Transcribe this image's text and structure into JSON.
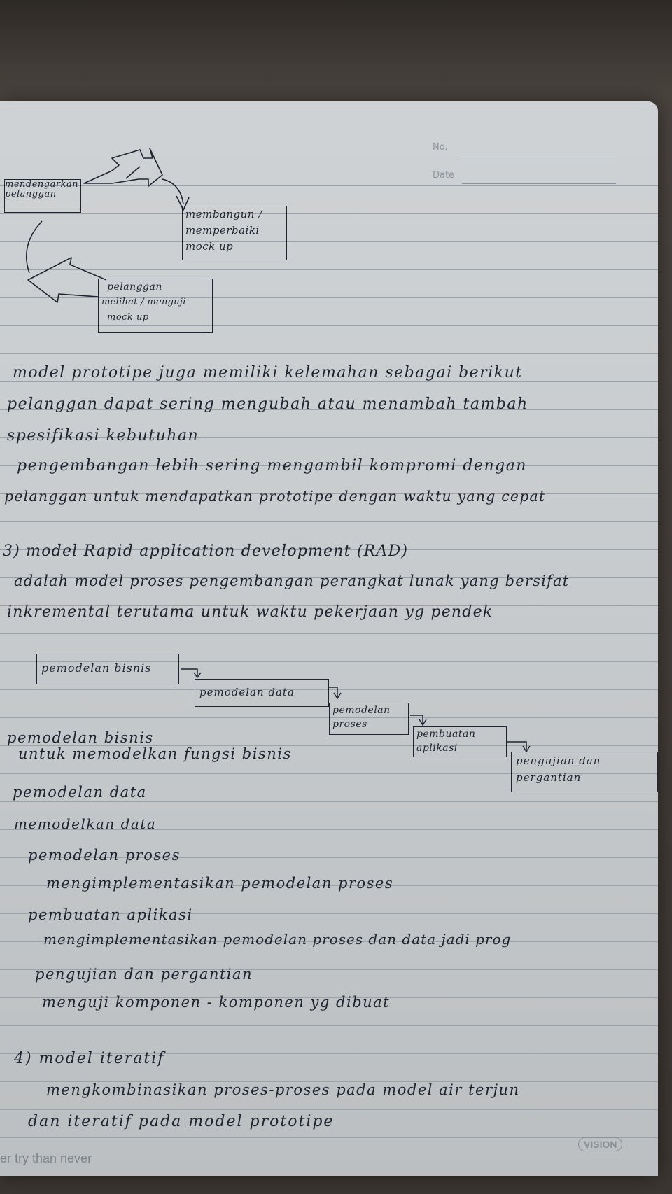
{
  "header": {
    "no_label": "No.",
    "date_label": "Date"
  },
  "diagram1": {
    "box_left": "mendengarkan pelanggan",
    "box_right": [
      "membangun /",
      "memperbaiki",
      "mock up"
    ],
    "box_bottom": [
      "pelanggan",
      "melihat / menguji",
      "mock up"
    ]
  },
  "paragraph1": [
    "model prototipe juga memiliki kelemahan sebagai berikut",
    "pelanggan dapat sering mengubah atau menambah tambah",
    "spesifikasi kebutuhan",
    "pengembangan lebih sering mengambil kompromi dengan",
    "pelanggan untuk mendapatkan prototipe dengan waktu yang cepat"
  ],
  "section3": {
    "heading": "3) model Rapid application development (RAD)",
    "lines": [
      "adalah model proses pengembangan perangkat lunak yang bersifat",
      "inkremental terutama untuk waktu pekerjaan yg pendek"
    ]
  },
  "rad_diagram": {
    "boxes": [
      "pemodelan bisnis",
      "pemodelan data",
      "pemodelan proses",
      "pembuatan aplikasi",
      "pengujian dan pergantian"
    ]
  },
  "rad_notes": [
    "pemodelan bisnis",
    "untuk memodelkan fungsi bisnis",
    "pemodelan data",
    "memodelkan data",
    "pemodelan proses",
    "mengimplementasikan pemodelan proses",
    "pembuatan aplikasi",
    "mengimplementasikan pemodelan proses dan data jadi prog",
    "pengujian dan pergantian",
    "menguji komponen - komponen yg dibuat"
  ],
  "section4": {
    "heading": "4) model iteratif",
    "lines": [
      "mengkombinasikan proses-proses pada model air terjun",
      "dan iteratif pada model prototipe"
    ]
  },
  "footer": {
    "brand": "VISION",
    "slogan": "er try than never"
  }
}
